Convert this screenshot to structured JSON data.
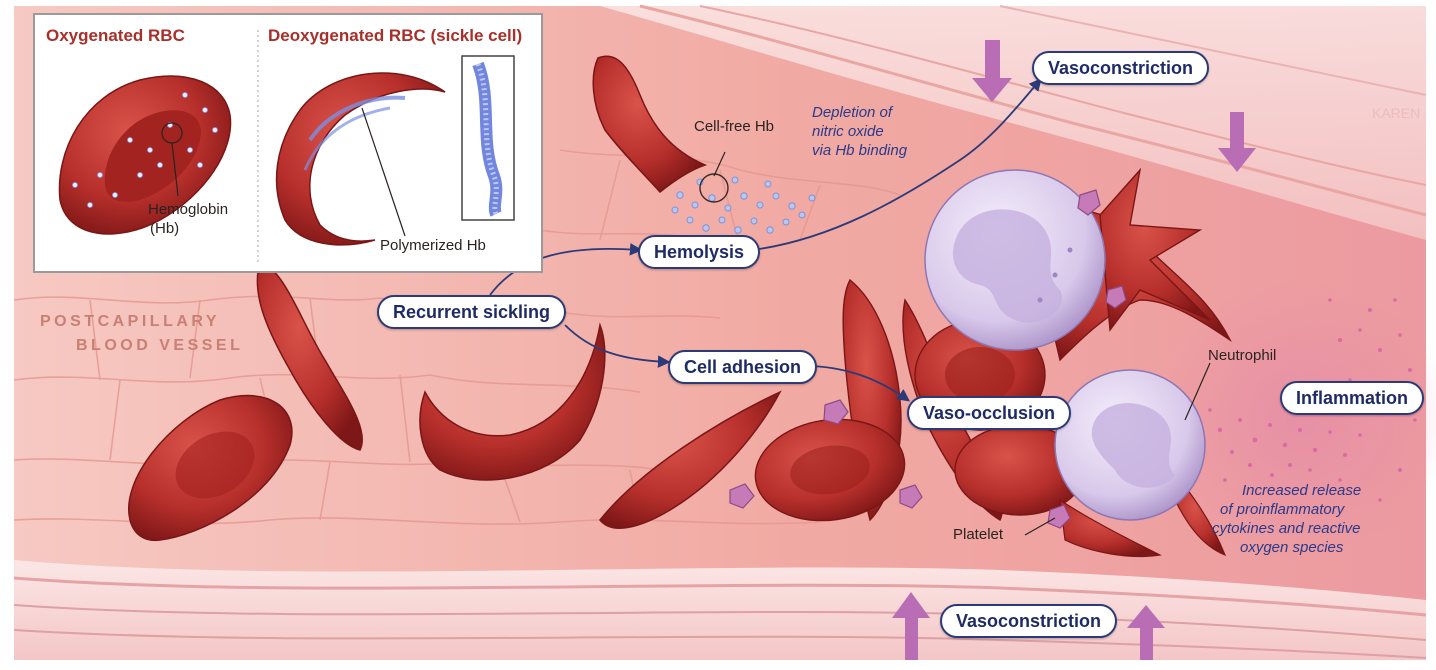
{
  "inset": {
    "oxygenated_title": "Oxygenated RBC",
    "deoxygenated_title": "Deoxygenated RBC (sickle cell)",
    "hemoglobin_label_1": "Hemoglobin",
    "hemoglobin_label_2": "(Hb)",
    "polymerized_label": "Polymerized Hb"
  },
  "vessel": {
    "line1": "POSTCAPILLARY",
    "line2": "BLOOD VESSEL"
  },
  "labels": {
    "cell_free_hb": "Cell-free Hb",
    "neutrophil": "Neutrophil",
    "platelet": "Platelet",
    "watermark": "KAREN"
  },
  "notes": {
    "depletion": [
      "Depletion of",
      "nitric oxide",
      "via Hb binding"
    ],
    "increased": [
      "Increased release",
      "of proinflammatory",
      "cytokines and reactive",
      "oxygen species"
    ]
  },
  "pills": {
    "vasoconstriction_top": "Vasoconstriction",
    "hemolysis": "Hemolysis",
    "recurrent_sickling": "Recurrent sickling",
    "cell_adhesion": "Cell adhesion",
    "vaso_occlusion": "Vaso-occlusion",
    "inflammation": "Inflammation",
    "vasoconstriction_bottom": "Vasoconstriction"
  },
  "colors": {
    "arrow": "#2b3a78",
    "rbc": "#b8302c",
    "rbc_dark": "#8e1e1d",
    "vessel_tissue": "#f3b7b0",
    "neutrophil": "#d8c8ea",
    "platelet": "#c77ab8",
    "vasoconstriction_arrow": "#b86db5"
  }
}
